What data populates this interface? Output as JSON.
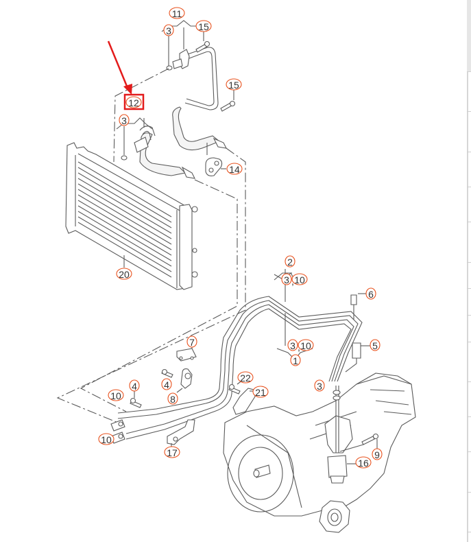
{
  "diagram": {
    "title": "Transmission fluid cooler pipes exploded view",
    "highlight_color": "#e31b1b",
    "callout_color": "#e8501c",
    "selected_part": "12",
    "callouts": [
      {
        "id": "c11",
        "label": "11"
      },
      {
        "id": "c3a",
        "label": "3"
      },
      {
        "id": "c15a",
        "label": "15"
      },
      {
        "id": "c15b",
        "label": "15"
      },
      {
        "id": "c12",
        "label": "12"
      },
      {
        "id": "c3b",
        "label": "3"
      },
      {
        "id": "c14",
        "label": "14"
      },
      {
        "id": "c20",
        "label": "20"
      },
      {
        "id": "c2",
        "label": "2"
      },
      {
        "id": "c3c",
        "label": "3"
      },
      {
        "id": "c10a",
        "label": "10"
      },
      {
        "id": "c6",
        "label": "6"
      },
      {
        "id": "c3d",
        "label": "3"
      },
      {
        "id": "c10b",
        "label": "10"
      },
      {
        "id": "c1",
        "label": "1"
      },
      {
        "id": "c5",
        "label": "5"
      },
      {
        "id": "c7",
        "label": "7"
      },
      {
        "id": "c4a",
        "label": "4"
      },
      {
        "id": "c4b",
        "label": "4"
      },
      {
        "id": "c8",
        "label": "8"
      },
      {
        "id": "c22",
        "label": "22"
      },
      {
        "id": "c21",
        "label": "21"
      },
      {
        "id": "c10c",
        "label": "10"
      },
      {
        "id": "c10d",
        "label": "10"
      },
      {
        "id": "c17",
        "label": "17"
      },
      {
        "id": "c3e",
        "label": "3"
      },
      {
        "id": "c9",
        "label": "9"
      },
      {
        "id": "c16",
        "label": "16"
      }
    ],
    "separators": [
      ",",
      ","
    ]
  }
}
